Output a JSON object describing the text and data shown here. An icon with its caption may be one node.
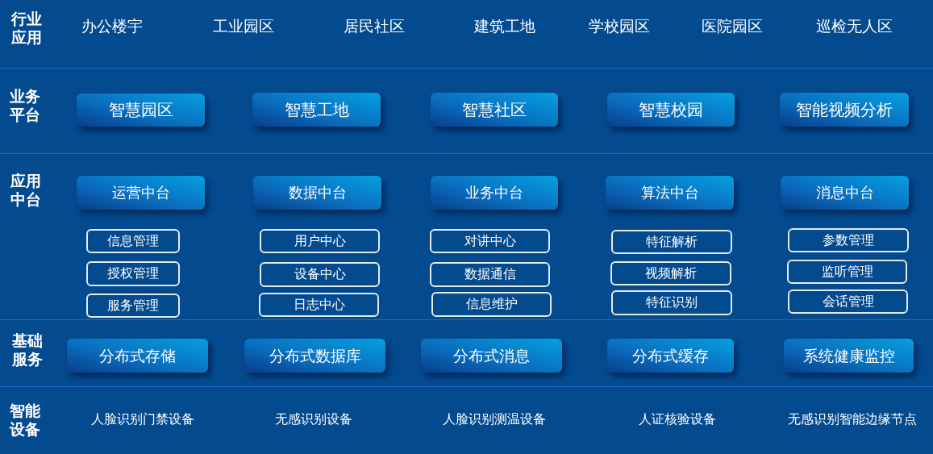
{
  "diagram": {
    "nodes": [
      {
        "text": [
          "智慧园区"
        ]
      },
      {
        "text": [
          "智慧工地"
        ]
      },
      {
        "text": [
          "智慧社区"
        ]
      },
      {
        "text": [
          "智慧校园"
        ]
      },
      {
        "text": [
          "智能视频分析"
        ]
      },
      {
        "text": [
          "运营中台"
        ]
      },
      {
        "text": [
          "数据中台"
        ]
      },
      {
        "text": [
          "业务中台"
        ]
      },
      {
        "text": [
          "算法中台"
        ]
      },
      {
        "text": [
          "消息中台"
        ]
      },
      {
        "text": [
          "信息管理"
        ]
      },
      {
        "text": [
          "用户中心"
        ]
      },
      {
        "text": [
          "对讲中心"
        ]
      },
      {
        "text": [
          "特征解析"
        ]
      },
      {
        "text": [
          "参数管理"
        ]
      },
      {
        "text": [
          "授权管理"
        ]
      },
      {
        "text": [
          "设备中心"
        ]
      },
      {
        "text": [
          "数据通信"
        ]
      },
      {
        "text": [
          "视频解析"
        ]
      },
      {
        "text": [
          "监听管理"
        ]
      },
      {
        "text": [
          "服务管理"
        ]
      },
      {
        "text": [
          "日志中心"
        ]
      },
      {
        "text": [
          "信息维护"
        ]
      },
      {
        "text": [
          "特征识别"
        ]
      },
      {
        "text": [
          "会话管理"
        ]
      },
      {
        "text": [
          "分布式存储"
        ]
      },
      {
        "text": [
          "分布式数据库"
        ]
      },
      {
        "text": [
          "分布式消息"
        ]
      },
      {
        "text": [
          "分布式缓存"
        ]
      },
      {
        "text": [
          "系统健康监控"
        ]
      }
    ],
    "labels": [
      "行业应用",
      "办公楼宇",
      "工业园区",
      "居民社区",
      "建筑工地",
      "学校园区",
      "医院园区",
      "巡检无人区",
      "业务平台",
      "应用中台",
      "基础服务",
      "智能设备",
      "人脸识别门禁设备",
      "无感识别设备",
      "人脸识别测温设备",
      "人证核验设备",
      "无感识别智能边缘节点"
    ]
  }
}
